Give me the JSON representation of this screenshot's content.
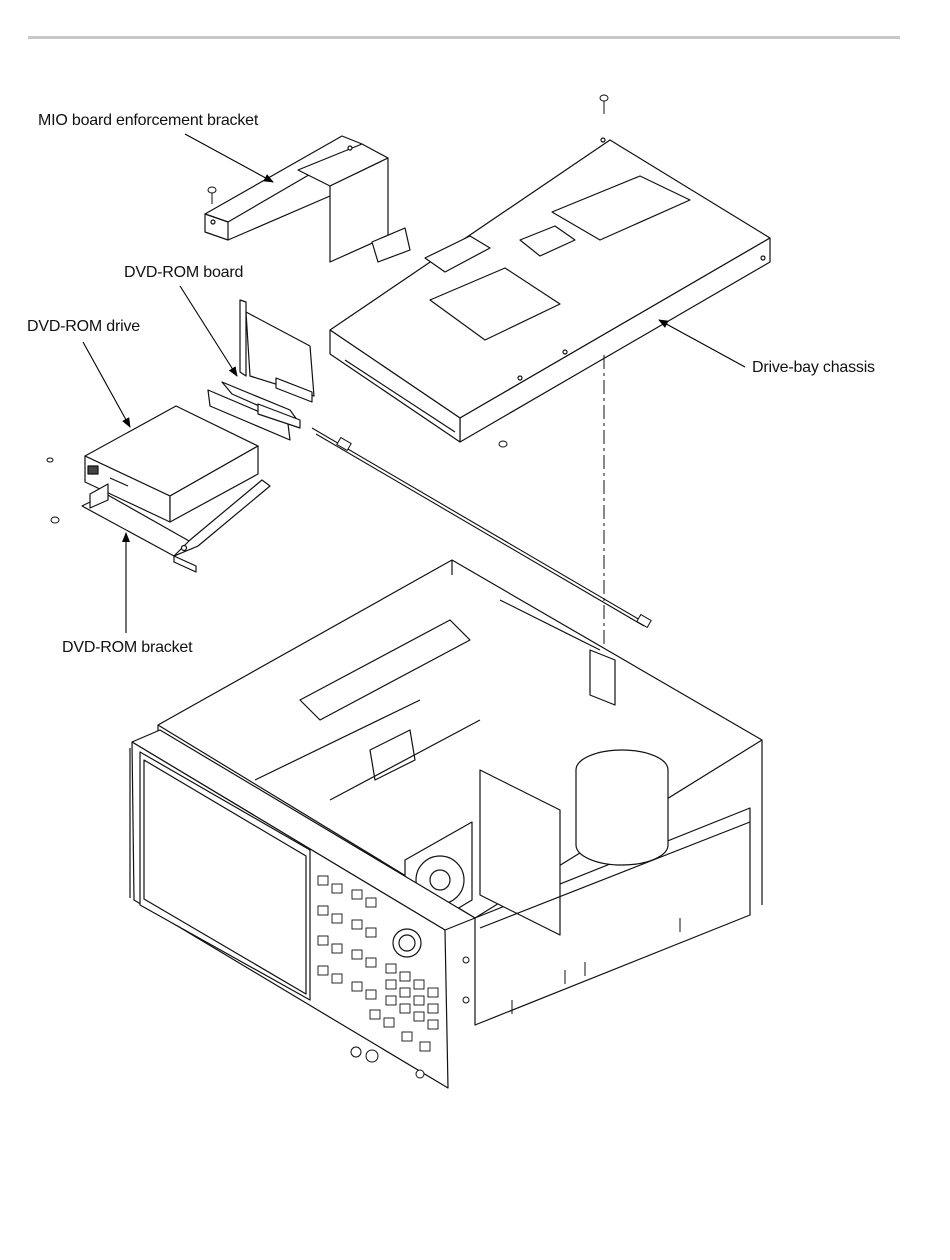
{
  "figure": {
    "callouts": {
      "mio_bracket": "MIO board enforcement bracket",
      "dvd_rom_board": "DVD-ROM board",
      "dvd_rom_drive": "DVD-ROM drive",
      "drive_bay_chassis": "Drive-bay chassis",
      "dvd_rom_bracket": "DVD-ROM bracket"
    }
  }
}
